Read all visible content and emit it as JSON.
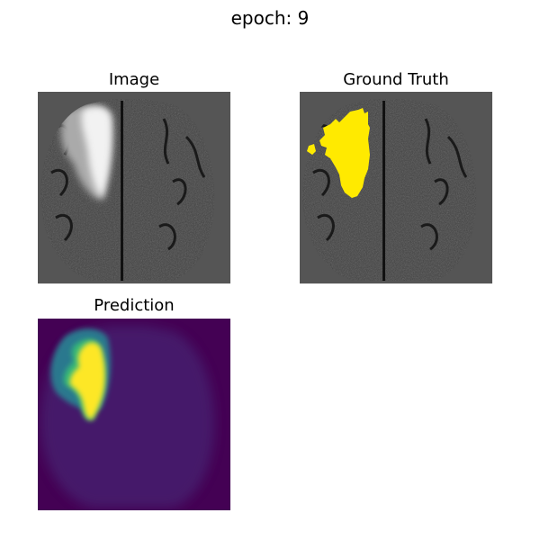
{
  "figure": {
    "suptitle": "epoch: 9"
  },
  "panels": [
    {
      "title": "Image"
    },
    {
      "title": "Ground Truth"
    },
    {
      "title": "Prediction"
    }
  ],
  "colors": {
    "figure_bg": "#ffffff",
    "mri_background": "#555555",
    "mri_tissue": "#4a4a4a",
    "tumor_bright": "#f2f2f2",
    "ground_truth_mask": "#ffea00",
    "prediction_bg": "#440154",
    "prediction_brain": "#472e7c",
    "prediction_mid": "#2a788e",
    "prediction_high": "#fde725"
  }
}
